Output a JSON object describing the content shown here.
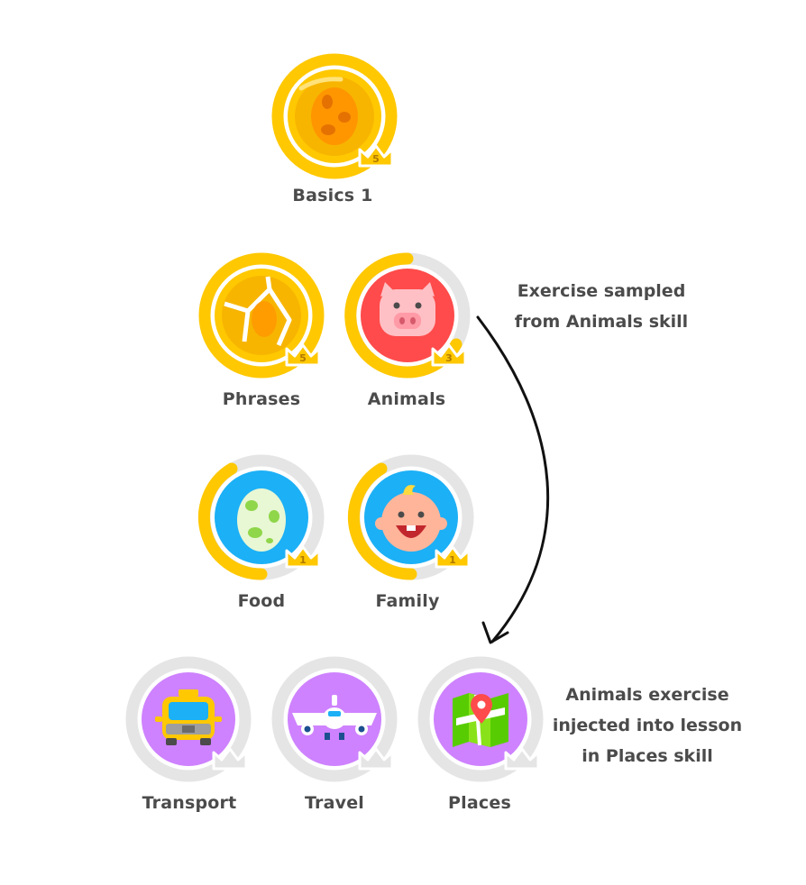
{
  "skills": {
    "basics1": {
      "label": "Basics 1",
      "level": "5"
    },
    "phrases": {
      "label": "Phrases",
      "level": "5"
    },
    "animals": {
      "label": "Animals",
      "level": "3"
    },
    "food": {
      "label": "Food",
      "level": "1"
    },
    "family": {
      "label": "Family",
      "level": "1"
    },
    "transport": {
      "label": "Transport",
      "level": ""
    },
    "travel": {
      "label": "Travel",
      "level": ""
    },
    "places": {
      "label": "Places",
      "level": ""
    }
  },
  "annotations": {
    "sampled": [
      "Exercise sampled",
      "from Animals skill"
    ],
    "injected": [
      "Animals exercise",
      "injected into lesson",
      "in Places skill"
    ]
  },
  "colors": {
    "gold": "#ffc800",
    "gold_dark": "#e5a800",
    "ring_gray": "#e5e5e5",
    "red": "#ff4b4b",
    "blue": "#1cb0f6",
    "purple": "#ce82ff",
    "crown_text": "#b07a00",
    "label_text": "#4b4b4b"
  },
  "icons": {
    "basics1": "egg-coin-icon",
    "phrases": "cracked-egg-icon",
    "animals": "pig-icon",
    "food": "spotted-egg-icon",
    "family": "baby-icon",
    "transport": "taxi-icon",
    "travel": "airplane-icon",
    "places": "map-pin-icon"
  }
}
